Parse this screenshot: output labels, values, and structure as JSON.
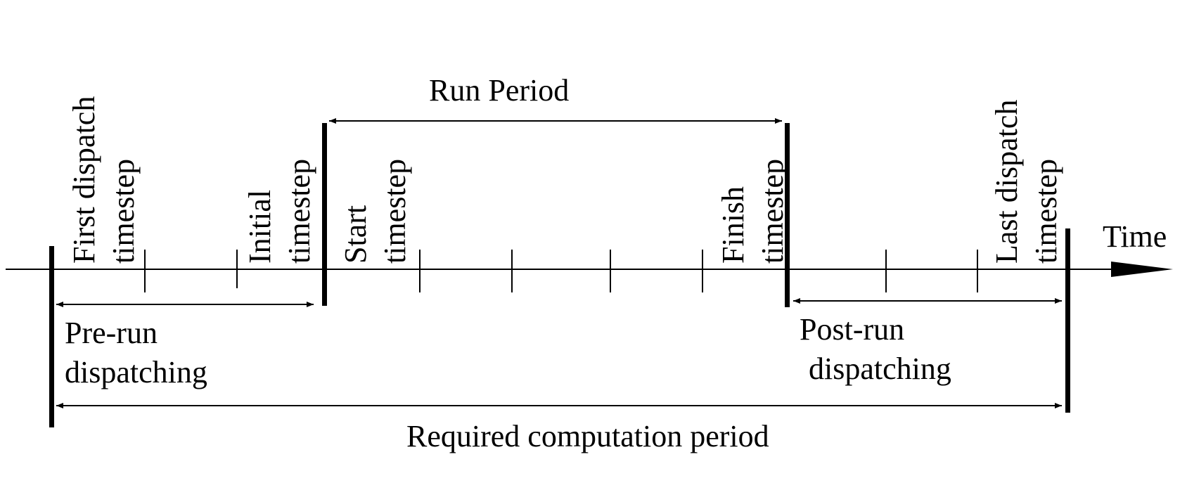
{
  "diagram": {
    "axis_label": "Time",
    "markers": {
      "first_dispatch": [
        "First dispatch",
        "timestep"
      ],
      "initial": [
        "Initial",
        "timestep"
      ],
      "start": [
        "Start",
        "timestep"
      ],
      "finish": [
        "Finish",
        "timestep"
      ],
      "last_dispatch": [
        "Last dispatch",
        "timestep"
      ]
    },
    "periods": {
      "run": "Run Period",
      "pre_run": [
        "Pre-run",
        "dispatching"
      ],
      "post_run": [
        "Post-run",
        "dispatching"
      ],
      "required": "Required computation period"
    }
  }
}
